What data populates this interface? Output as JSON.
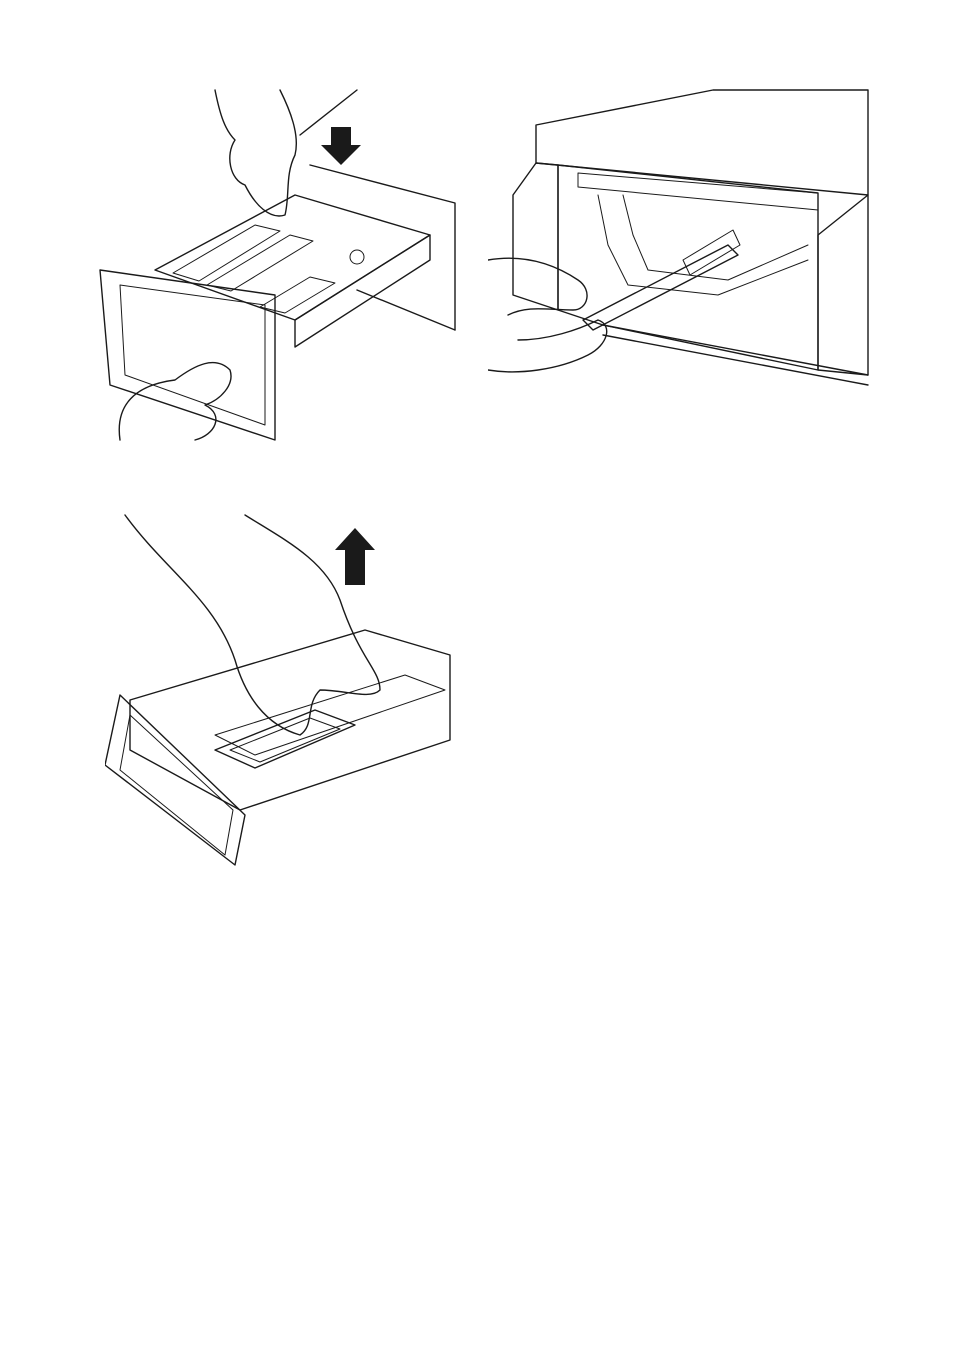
{
  "figures": [
    {
      "id": "remove-drawer",
      "icon": "dispenser-drawer-removal-illustration",
      "arrow": "down"
    },
    {
      "id": "clean-recess",
      "icon": "brush-cleaning-recess-illustration",
      "tool": "toothbrush"
    },
    {
      "id": "lift-insert",
      "icon": "siphon-insert-lift-illustration",
      "arrow": "up"
    }
  ],
  "colors": {
    "line": "#1a1a1a",
    "shade": "#c8c8c8",
    "dark_shade": "#a9a9a9",
    "recess": "#8f8f8f",
    "arrow": "#1a1a1a"
  }
}
